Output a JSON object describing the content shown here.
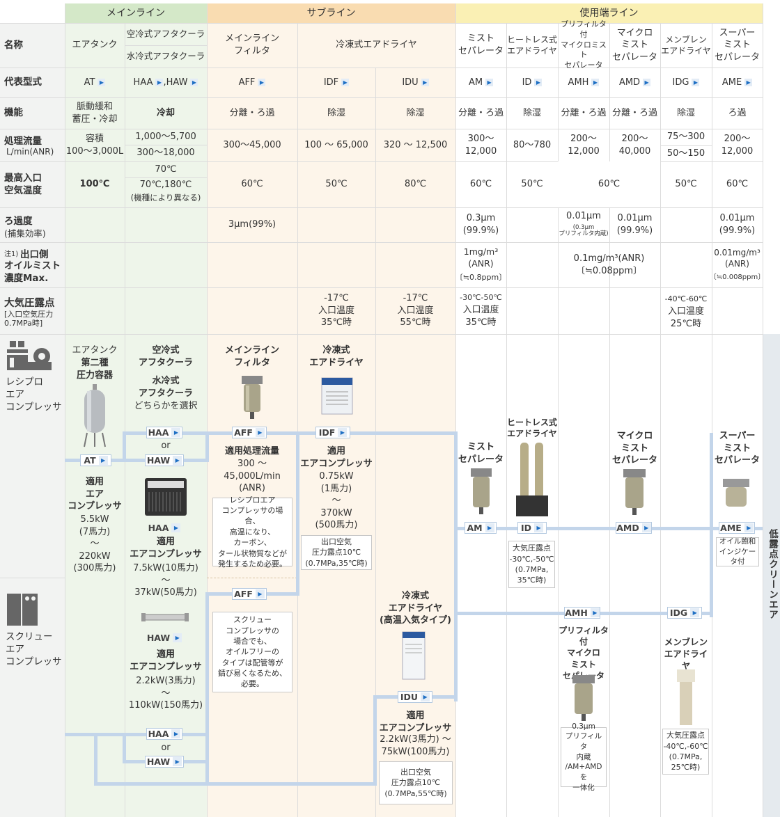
{
  "header": {
    "main": "メインライン",
    "sub": "サブライン",
    "use": "使用端ライン"
  },
  "rows": {
    "name": "名称",
    "model": "代表型式",
    "func": "機能",
    "flow": "処理流量",
    "flow_unit": "L/min(ANR)",
    "temp": "最高入口\n空気温度",
    "filt": "ろ過度",
    "filt_sub": "(捕集効率)",
    "oil_note": "注1)",
    "oil": "出口側",
    "oil2": "オイルミスト\n濃度Max.",
    "dew": "大気圧露点",
    "dew_sub": "[入口空気圧力\n0.7MPa時]"
  },
  "names": {
    "at": "エアタンク",
    "haa": "空冷式アフタクーラ",
    "haw": "水冷式アフタクーラ",
    "aff": "メインライン\nフィルタ",
    "idf_idu": "冷凍式エアドライヤ",
    "am": "ミスト\nセパレータ",
    "id": "ヒートレス式\nエアドライヤ",
    "amh": "プリフィルタ付\nマイクロミスト\nセパレータ",
    "amd": "マイクロ\nミスト\nセパレータ",
    "idg": "メンブレン\nエアドライヤ",
    "ame": "スーパー\nミスト\nセパレータ"
  },
  "models": {
    "at": "AT",
    "haa": "HAA",
    "haw": ",HAW",
    "aff": "AFF",
    "idf": "IDF",
    "idu": "IDU",
    "am": "AM",
    "id": "ID",
    "amh": "AMH",
    "amd": "AMD",
    "idg": "IDG",
    "ame": "AME"
  },
  "funcs": {
    "at": "脈動緩和\n蓄圧・冷却",
    "cooler": "冷却",
    "aff": "分離・ろ過",
    "idf": "除湿",
    "idu": "除湿",
    "am": "分離・ろ過",
    "id": "除湿",
    "amh": "分離・ろ過",
    "amd": "分離・ろ過",
    "idg": "除湿",
    "ame": "ろ過"
  },
  "flows": {
    "at": "容積\n100～3,000L",
    "haa": "1,000～5,700",
    "haw": "300～18,000",
    "aff": "300～45,000",
    "idf": "100 ～ 65,000",
    "idu": "320 ～ 12,500",
    "am": "300～\n12,000",
    "id": "80～780",
    "amh": "200～\n12,000",
    "amd": "200～\n40,000",
    "idg1": "75～300",
    "idg2": "50～150",
    "ame": "200～\n12,000"
  },
  "temps": {
    "at": "100℃",
    "haa": "70℃",
    "haw": "70℃,180℃",
    "haw_note": "(機種により異なる)",
    "aff": "60℃",
    "idf": "50℃",
    "idu": "80℃",
    "am": "60℃",
    "id": "50℃",
    "amh_amd": "60℃",
    "idg": "50℃",
    "ame": "60℃"
  },
  "filts": {
    "aff": "3μm(99%)",
    "am": "0.3μm\n(99.9%)",
    "amh": "0.01μm",
    "amh_note": "(0.3μm\nプリフィルタ内蔵)",
    "amd": "0.01μm\n(99.9%)",
    "ame": "0.01μm\n(99.9%)"
  },
  "oils": {
    "am1": "1mg/m³\n(ANR)",
    "am2": "〔≒0.8ppm〕",
    "mid": "0.1mg/m³(ANR)\n〔≒0.08ppm〕",
    "ame1": "0.01mg/m³\n(ANR)",
    "ame2": "〔≒0.008ppm〕"
  },
  "dews": {
    "idf": "-17℃\n入口温度\n35℃時",
    "idu": "-17℃\n入口温度\n55℃時",
    "am_top": "-30℃-50℃",
    "am": "入口温度\n35℃時",
    "idg_top": "-40℃-60℃",
    "idg": "入口温度\n25℃時"
  },
  "flow": {
    "recip": "レシプロ\nエア\nコンプレッサ",
    "screw": "スクリュー\nエア\nコンプレッサ",
    "tank_title1": "エアタンク",
    "tank_title2": "第二種\n圧力容器",
    "tank_comp_title": "適用\nエア\nコンプレッサ",
    "tank_comp": "5.5kW\n(7馬力)\n～\n220kW\n(300馬力)",
    "cooler_title": "空冷式\nアフタクーラ",
    "cooler_title2": "水冷式\nアフタクーラ",
    "cooler_choice": "どちらかを選択",
    "or": "or",
    "haa_comp_title": "適用\nエアコンプレッサ",
    "haa_comp": "7.5kW(10馬力)\n～\n37kW(50馬力)",
    "haw_comp_title": "適用\nエアコンプレッサ",
    "haw_comp": "2.2kW(3馬力)\n～\n110kW(150馬力)",
    "aff_title": "メインライン\nフィルタ",
    "aff_flow_title": "適用処理流量",
    "aff_flow": "300 ～\n45,000L/min\n(ANR)",
    "aff_note1": "レシプロエア\nコンプレッサの場合、\n高温になり、\nカーボン、\nタール状物質などが\n発生するため必要。",
    "aff_note2": "スクリュー\nコンプレッサの\n場合でも、\nオイルフリーの\nタイプは配管等が\n錆び易くなるため、\n必要。",
    "idf_title": "冷凍式\nエアドライヤ",
    "idf_comp_title": "適用\nエアコンプレッサ",
    "idf_comp": "0.75kW\n(1馬力)\n～\n370kW\n(500馬力)",
    "idf_box": "出口空気\n圧力露点10℃\n(0.7MPa,35℃時)",
    "idu_title": "冷凍式\nエアドライヤ\n(高温入気タイプ)",
    "idu_comp_title": "適用\nエアコンプレッサ",
    "idu_comp": "2.2kW(3馬力) ～\n75kW(100馬力)",
    "idu_box": "出口空気\n圧力露点10℃\n(0.7MPa,55℃時)",
    "am_title": "ミスト\nセパレータ",
    "id_title": "ヒートレス式\nエアドライヤ",
    "id_box": "大気圧露点\n-30℃,-50℃\n(0.7MPa,\n35℃時)",
    "amd_title": "マイクロ\nミスト\nセパレータ",
    "amh_title": "プリフィルタ付\nマイクロ\nミスト\nセパレータ",
    "amh_box": "0.3μm\nプリフィルタ\n内蔵\n/AM+AMDを\n一体化",
    "idg_title": "メンブレン\nエアドライヤ",
    "idg_box": "大気圧露点\n-40℃,-60℃\n(0.7MPa,\n25℃時)",
    "ame_title": "スーパー\nミスト\nセパレータ",
    "ame_box": "オイル飽和\nインジケータ付",
    "output": "低露点クリーンエア"
  },
  "colors": {
    "main_bg": "#eef5ea",
    "main_head": "#d4e8c8",
    "sub_bg": "#fdf5ea",
    "sub_head": "#f9dcb1",
    "use_head": "#faf0b4",
    "label_bg": "#f2f2f2",
    "pipe": "#c3d5ea",
    "arrow": "#1e6fc4"
  }
}
